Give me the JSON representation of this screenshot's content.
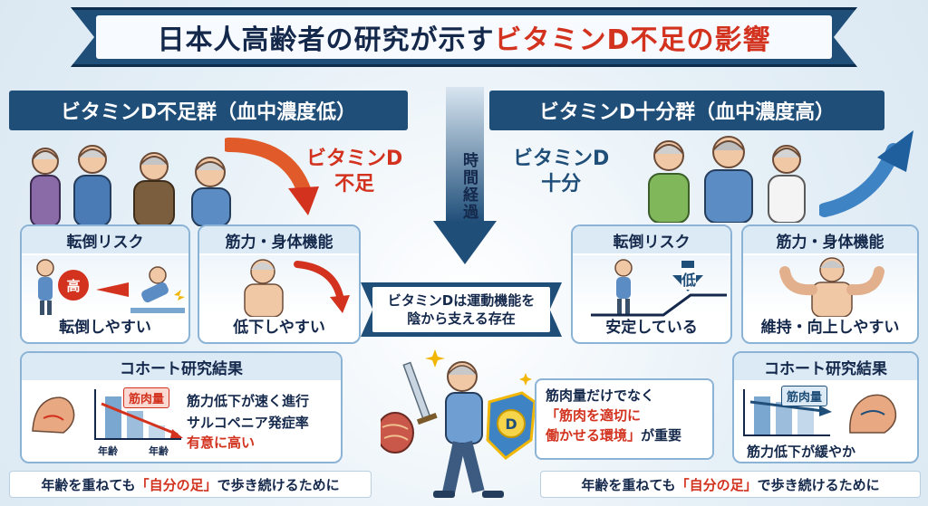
{
  "title": {
    "part1": "日本人高齢者の研究が示す",
    "part2": "ビタミンD不足の影響"
  },
  "left_header": "ビタミンD不足群（血中濃度低）",
  "right_header": "ビタミンD十分群（血中濃度高）",
  "time_label": "時間経過",
  "left_status": {
    "line1": "ビタミンD",
    "line2": "不足"
  },
  "right_status": {
    "line1": "ビタミンD",
    "line2": "十分"
  },
  "cards": {
    "left_fall": {
      "title": "転倒リスク",
      "badge": "高",
      "caption": "転倒しやすい"
    },
    "left_muscle": {
      "title": "筋力・身体機能",
      "caption": "低下しやすい"
    },
    "right_fall": {
      "title": "転倒リスク",
      "badge": "低",
      "caption": "安定している"
    },
    "right_muscle": {
      "title": "筋力・身体機能",
      "caption": "維持・向上しやすい"
    }
  },
  "center_banner": {
    "line1": "ビタミンDは運動機能を",
    "line2": "陰から支える存在"
  },
  "cohort_left": {
    "title": "コホート研究結果",
    "chip": "筋肉量",
    "axis1": "年齢",
    "axis2": "年齢",
    "line1": "筋力低下が速く進行",
    "line2": "サルコペニア発症率",
    "line3": "有意に高い"
  },
  "cohort_right": {
    "title": "コホート研究結果",
    "chip": "筋肉量",
    "caption": "筋力低下が緩やか"
  },
  "message": {
    "line1": "筋肉量だけでなく",
    "line2": "「筋肉を適切に",
    "line3": "働かせる環境」",
    "line3b": "が重要"
  },
  "shield_letter": "D",
  "bottom": {
    "left": {
      "pre": "年齢を重ねても",
      "mid": "「自分の足」",
      "post": "で歩き続けるために"
    },
    "right": {
      "pre": "年齢を重ねても",
      "mid": "「自分の足」",
      "post": "で歩き続けるために"
    }
  },
  "colors": {
    "navy": "#1f4e79",
    "red": "#d2321e",
    "light": "#dceaf6"
  }
}
